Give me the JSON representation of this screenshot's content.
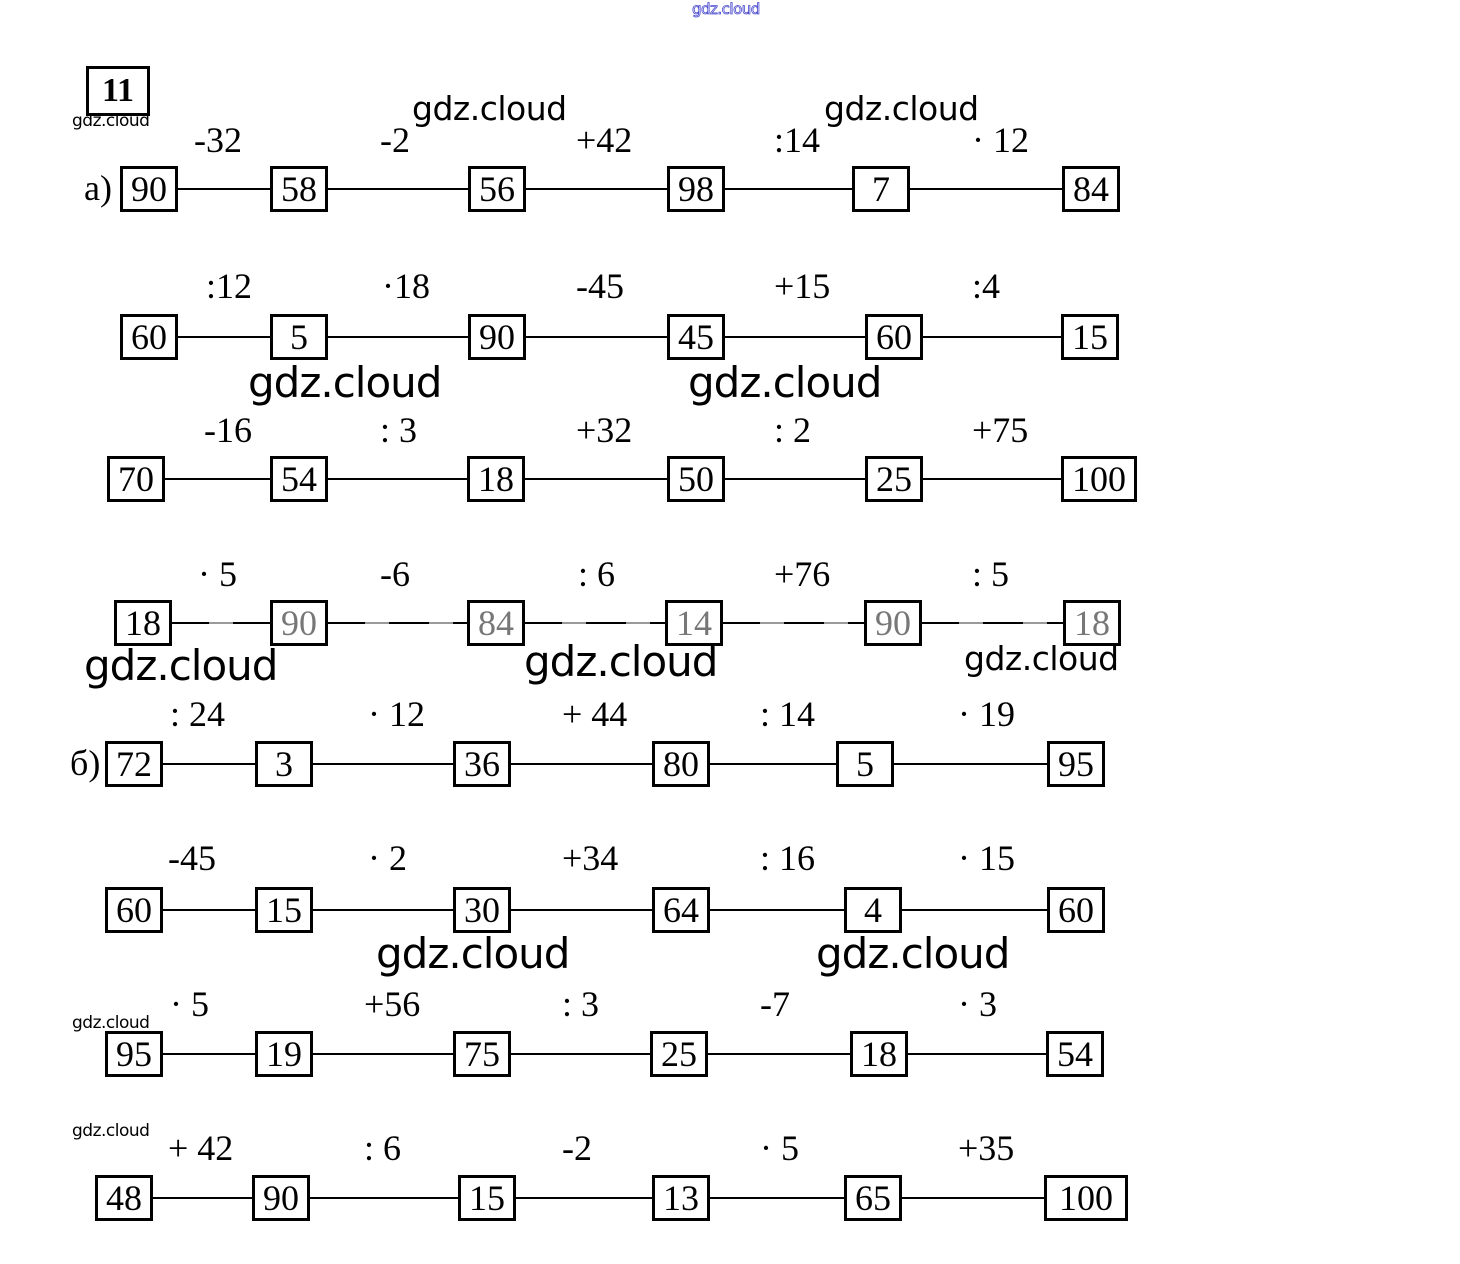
{
  "watermark_text": "gdz.cloud",
  "task_number": "11",
  "parts": [
    {
      "label": "а)"
    },
    {
      "label": "б)"
    }
  ],
  "chains": [
    {
      "part": "а",
      "values": [
        "90",
        "58",
        "56",
        "98",
        "7",
        "84"
      ],
      "ops": [
        "-32",
        "-2",
        "+42",
        ":14",
        "· 12"
      ]
    },
    {
      "part": "а",
      "values": [
        "60",
        "5",
        "90",
        "45",
        "60",
        "15"
      ],
      "ops": [
        ":12",
        "·18",
        "-45",
        "+15",
        ":4"
      ]
    },
    {
      "part": "а",
      "values": [
        "70",
        "54",
        "18",
        "50",
        "25",
        "100"
      ],
      "ops": [
        "-16",
        ": 3",
        "+32",
        ": 2",
        "+75"
      ]
    },
    {
      "part": "а",
      "values": [
        "18",
        "90",
        "84",
        "14",
        "90",
        "18"
      ],
      "ops": [
        "· 5",
        "-6",
        ": 6",
        "+76",
        ": 5"
      ]
    },
    {
      "part": "б",
      "values": [
        "72",
        "3",
        "36",
        "80",
        "5",
        "95"
      ],
      "ops": [
        ": 24",
        "· 12",
        "+ 44",
        ": 14",
        "· 19"
      ]
    },
    {
      "part": "б",
      "values": [
        "60",
        "15",
        "30",
        "64",
        "4",
        "60"
      ],
      "ops": [
        "-45",
        "· 2",
        "+34",
        ": 16",
        "· 15"
      ]
    },
    {
      "part": "б",
      "values": [
        "95",
        "19",
        "75",
        "25",
        "18",
        "54"
      ],
      "ops": [
        "· 5",
        "+56",
        ": 3",
        "-7",
        "· 3"
      ]
    },
    {
      "part": "б",
      "values": [
        "48",
        "90",
        "15",
        "13",
        "65",
        "100"
      ],
      "ops": [
        "+ 42",
        ": 6",
        "-2",
        "· 5",
        "+35"
      ]
    }
  ]
}
